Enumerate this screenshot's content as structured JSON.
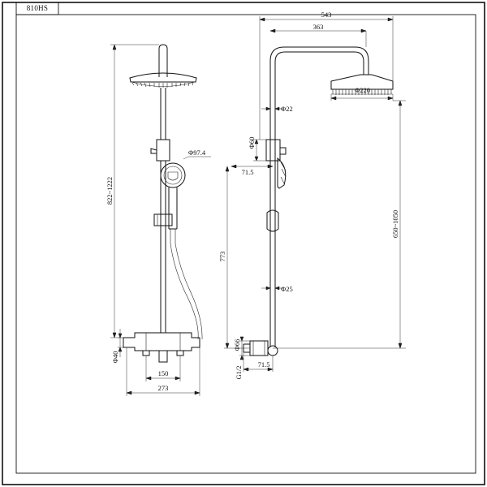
{
  "drawing": {
    "model_code": "810HS",
    "front_view": {
      "dim_height_range": "822~1222",
      "dim_handshower_dia": "Φ97.4",
      "dim_bar_height": "773",
      "dim_valve_height": "Φ40",
      "dim_inlet_spacing": "150",
      "dim_valve_width": "273"
    },
    "side_view": {
      "dim_total_reach": "543",
      "dim_arm_reach": "363",
      "dim_head_dia": "Φ220",
      "dim_pipe_dia_top": "Φ22",
      "dim_holder_dia": "Φ60",
      "dim_holder_offset": "71.5",
      "dim_pipe_dia_bottom": "Φ25",
      "dim_total_height": "650~1050",
      "dim_outlet_dia": "Φ66",
      "dim_thread": "G1/2",
      "dim_outlet_offset": "71.5"
    }
  }
}
